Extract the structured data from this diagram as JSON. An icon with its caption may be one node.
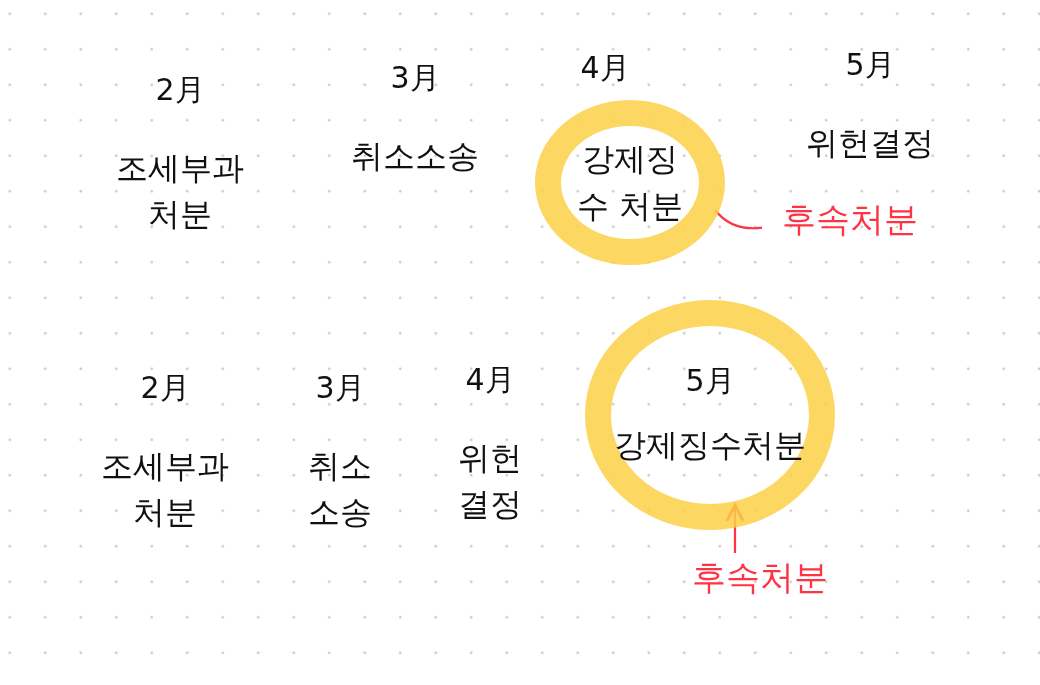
{
  "diagram": {
    "nodes": [
      {
        "text": [
          "2月",
          "조세부과 처분"
        ]
      },
      {
        "text": [
          "3月",
          "취소소송"
        ]
      },
      {
        "text": [
          "강제징수 처분"
        ],
        "beside": [
          "4月"
        ]
      },
      {
        "text": [
          "5月",
          "위헌결정"
        ]
      },
      {
        "text": [
          "후속처분"
        ]
      },
      {
        "text": [
          "2月",
          "조세부과 처분"
        ]
      },
      {
        "text": [
          "3月",
          "취소 소송"
        ]
      },
      {
        "text": [
          "4月",
          "위헌 결정"
        ]
      },
      {
        "text": [
          "5月",
          "강제징수처분"
        ]
      },
      {
        "text": [
          "후속처분"
        ]
      }
    ],
    "edges": [
      {
        "from": 4,
        "to": 2,
        "arrow": "none",
        "color": "#ff3344"
      },
      {
        "from": 9,
        "to": 8,
        "arrow": "to",
        "color": "#ff3344"
      }
    ]
  }
}
